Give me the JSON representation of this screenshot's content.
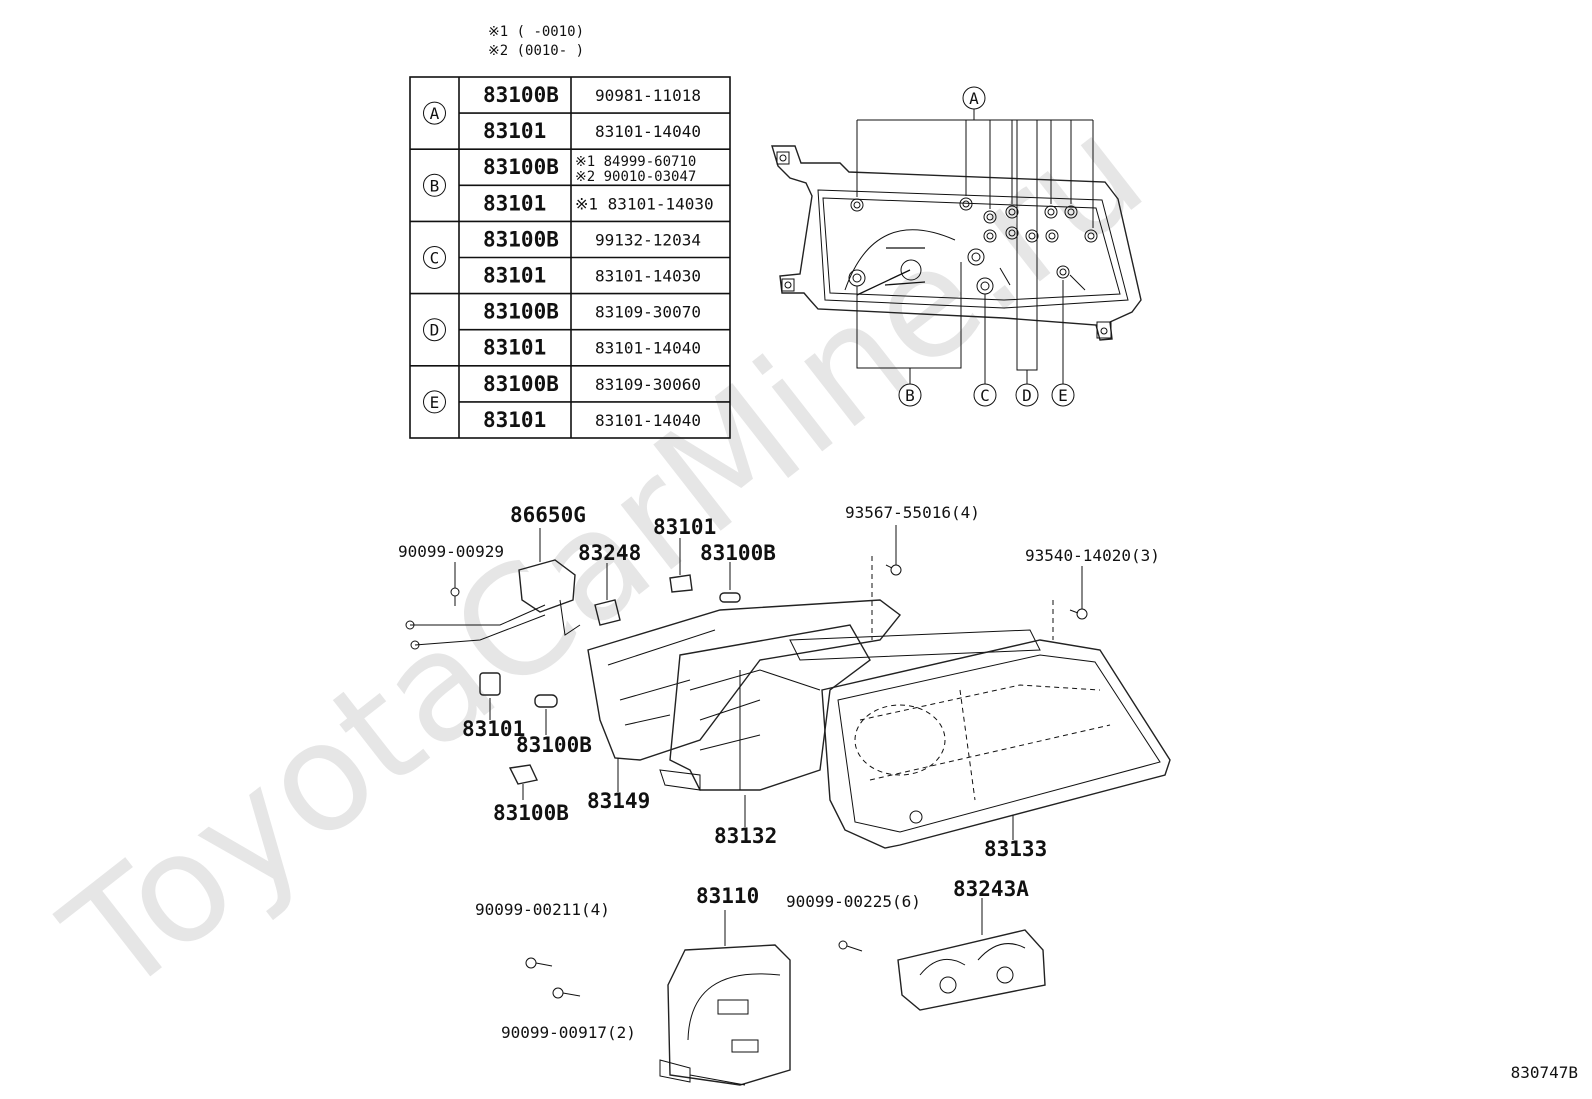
{
  "notes": {
    "line1": "※1 (      -0010)",
    "line2": "※2 (0010-      )"
  },
  "table": {
    "groups": [
      {
        "key": "A",
        "rows": [
          {
            "part": "83100B",
            "number": "90981-11018"
          },
          {
            "part": "83101",
            "number": "83101-14040"
          }
        ]
      },
      {
        "key": "B",
        "rows": [
          {
            "part": "83100B",
            "number": "※1 84999-60710",
            "number2": "※2 90010-03047"
          },
          {
            "part": "83101",
            "number": "※1 83101-14030"
          }
        ]
      },
      {
        "key": "C",
        "rows": [
          {
            "part": "83100B",
            "number": "99132-12034"
          },
          {
            "part": "83101",
            "number": "83101-14030"
          }
        ]
      },
      {
        "key": "D",
        "rows": [
          {
            "part": "83100B",
            "number": "83109-30070"
          },
          {
            "part": "83101",
            "number": "83101-14040"
          }
        ]
      },
      {
        "key": "E",
        "rows": [
          {
            "part": "83100B",
            "number": "83109-30060"
          },
          {
            "part": "83101",
            "number": "83101-14040"
          }
        ]
      }
    ]
  },
  "location_keys": {
    "a": "A",
    "b": "B",
    "c": "C",
    "d": "D",
    "e": "E"
  },
  "parts": {
    "p86650g": "86650G",
    "p90099_00929": "90099-00929",
    "p83248": "83248",
    "p83101_top": "83101",
    "p83100b_top": "83100B",
    "p93567": "93567-55016(4)",
    "p93540": "93540-14020(3)",
    "p83101_left": "83101",
    "p83100b_left": "83100B",
    "p83100b_bottom": "83100B",
    "p83149": "83149",
    "p83132": "83132",
    "p83133": "83133",
    "p90099_00211": "90099-00211(4)",
    "p83110": "83110",
    "p90099_00225": "90099-00225(6)",
    "p83243a": "83243A",
    "p90099_00917": "90099-00917(2)"
  },
  "watermark": "ToyotaCarMine.ru",
  "figure_code": "830747B",
  "colors": {
    "ink": "#111111",
    "watermark": "#e6e6e6",
    "background": "#ffffff"
  }
}
